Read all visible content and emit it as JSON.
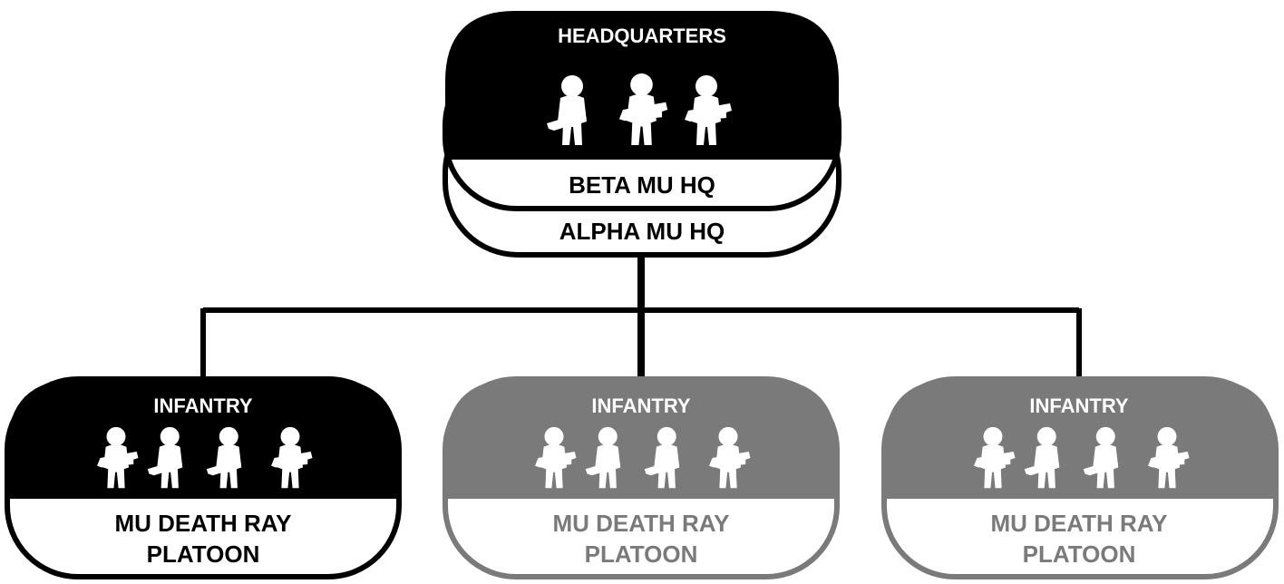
{
  "headquarters": {
    "title": "HEADQUARTERS",
    "layers": [
      "BETA MU HQ",
      "ALPHA MU HQ"
    ]
  },
  "units": [
    {
      "title": "INFANTRY",
      "name_line1": "MU DEATH RAY",
      "name_line2": "PLATOON",
      "color": "#000000",
      "text_color": "#000000"
    },
    {
      "title": "INFANTRY",
      "name_line1": "MU DEATH RAY",
      "name_line2": "PLATOON",
      "color": "#7a7a7a",
      "text_color": "#7a7a7a"
    },
    {
      "title": "INFANTRY",
      "name_line1": "MU DEATH RAY",
      "name_line2": "PLATOON",
      "color": "#7a7a7a",
      "text_color": "#7a7a7a"
    }
  ],
  "icons": {
    "hq_figures": "soldier-figure-icon",
    "unit_figures": "soldier-figure-icon"
  },
  "colors": {
    "primary": "#000000",
    "inactive": "#7a7a7a",
    "fill_light": "#ffffff"
  }
}
